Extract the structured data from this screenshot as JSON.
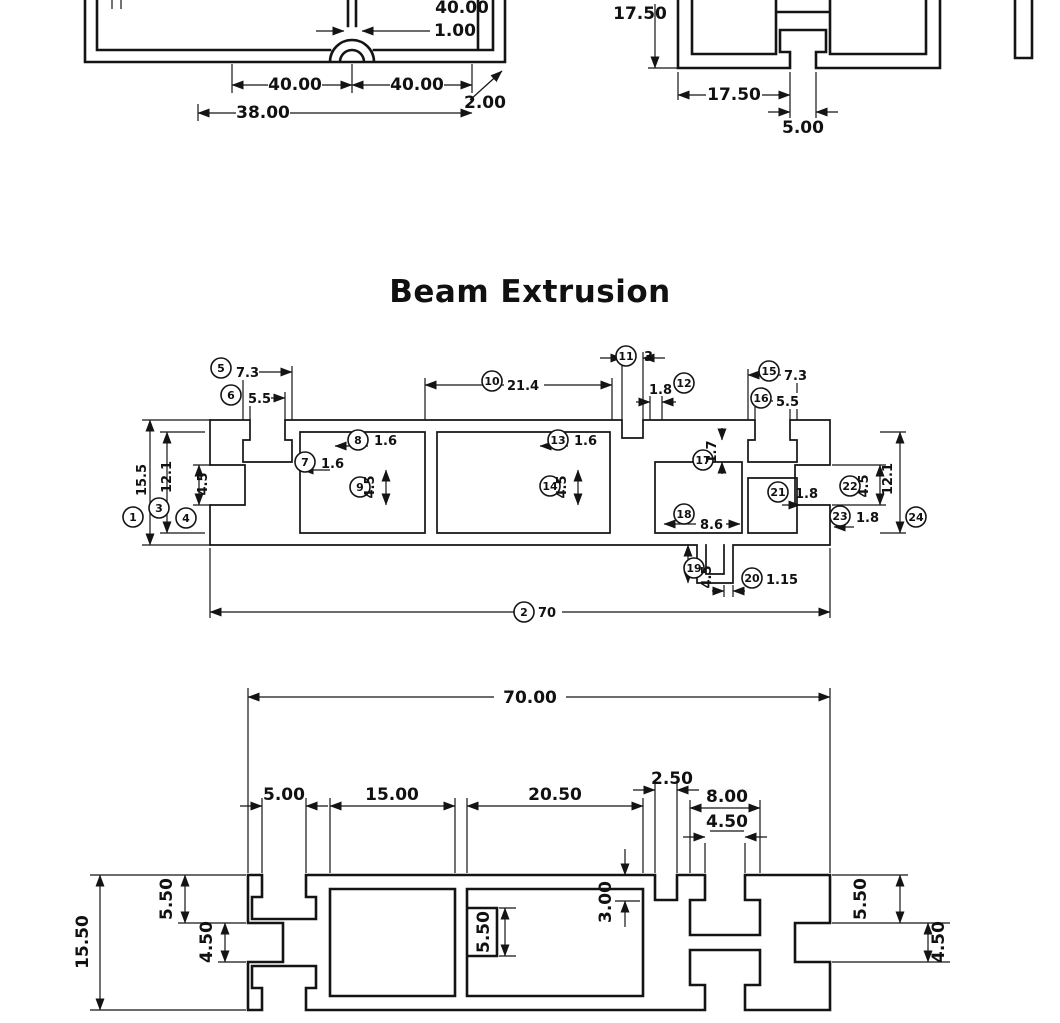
{
  "title": "Beam Extrusion",
  "top_left_view": {
    "dim_height": "40.00",
    "dim_slot": "1.00",
    "dim_40_a": "40.00",
    "dim_40_b": "40.00",
    "dim_wall": "2.00",
    "dim_38": "38.00"
  },
  "top_right_view": {
    "dim_height_17_5": "17.50",
    "dim_width_17_5": "17.50",
    "dim_slot_5": "5.00"
  },
  "balloon_view": {
    "balloons": [
      {
        "n": "1",
        "val": "15.5"
      },
      {
        "n": "2",
        "val": "70"
      },
      {
        "n": "3",
        "val": "12.1"
      },
      {
        "n": "4",
        "val": "4.5"
      },
      {
        "n": "5",
        "val": "7.3"
      },
      {
        "n": "6",
        "val": "5.5"
      },
      {
        "n": "7",
        "val": "1.6"
      },
      {
        "n": "8",
        "val": "1.6"
      },
      {
        "n": "9",
        "val": "4.5"
      },
      {
        "n": "10",
        "val": "21.4"
      },
      {
        "n": "11",
        "val": "3"
      },
      {
        "n": "12",
        "val": "1.8"
      },
      {
        "n": "13",
        "val": "1.6"
      },
      {
        "n": "14",
        "val": "4.5"
      },
      {
        "n": "15",
        "val": "7.3"
      },
      {
        "n": "16",
        "val": "5.5"
      },
      {
        "n": "17",
        "val": "1.7"
      },
      {
        "n": "18",
        "val": "8.6"
      },
      {
        "n": "19",
        "val": "4.5"
      },
      {
        "n": "20",
        "val": "1.15"
      },
      {
        "n": "21",
        "val": "1.8"
      },
      {
        "n": "22",
        "val": "4.5"
      },
      {
        "n": "23",
        "val": "1.8"
      },
      {
        "n": "24",
        "val": "12.1"
      }
    ]
  },
  "bottom_view": {
    "dim_width_70": "70.00",
    "dim_5": "5.00",
    "dim_15": "15.00",
    "dim_20_5": "20.50",
    "dim_2_5": "2.50",
    "dim_8": "8.00",
    "dim_4_5_slot": "4.50",
    "dim_height_15_5": "15.50",
    "dim_5_5_left": "5.50",
    "dim_4_5_left": "4.50",
    "dim_5_5_mid": "5.50",
    "dim_3": "3.00",
    "dim_5_5_right": "5.50",
    "dim_4_5_right": "4.50"
  }
}
